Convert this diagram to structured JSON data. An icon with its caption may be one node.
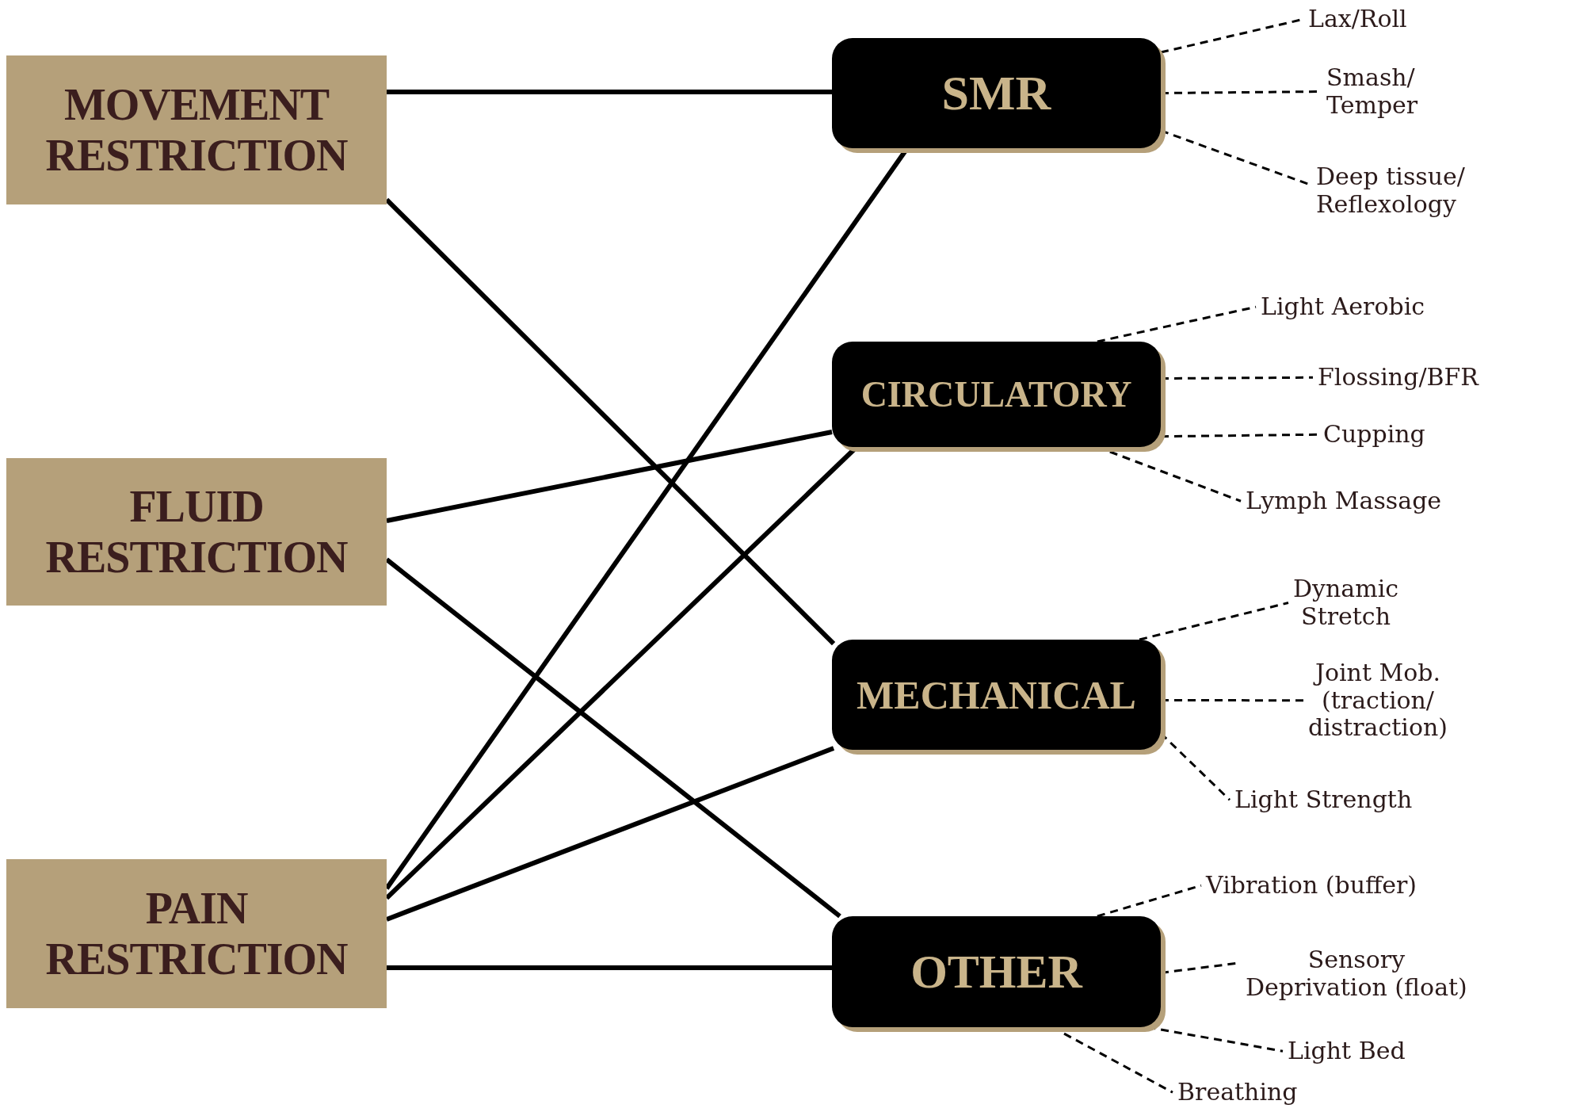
{
  "diagram": {
    "nodes": [
      {
        "text": [
          "MOVEMENT RESTRICTION"
        ]
      },
      {
        "text": [
          "FLUID RESTRICTION"
        ]
      },
      {
        "text": [
          "PAIN RESTRICTION"
        ]
      },
      {
        "text": [
          "SMR"
        ]
      },
      {
        "text": [
          "CIRCULATORY"
        ]
      },
      {
        "text": [
          "MECHANICAL"
        ]
      },
      {
        "text": [
          "OTHER"
        ]
      },
      {
        "text": [
          "Lax/Roll"
        ]
      },
      {
        "text": [
          "Smash/ Temper"
        ]
      },
      {
        "text": [
          "Deep tissue/ Reflexology"
        ]
      },
      {
        "text": [
          "Light Aerobic"
        ]
      },
      {
        "text": [
          "Flossing/BFR"
        ]
      },
      {
        "text": [
          "Cupping"
        ]
      },
      {
        "text": [
          "Lymph Massage"
        ]
      },
      {
        "text": [
          "Dynamic Stretch"
        ]
      },
      {
        "text": [
          "Joint Mob. (traction/ distraction)"
        ]
      },
      {
        "text": [
          "Light Strength"
        ]
      },
      {
        "text": [
          "Vibration (buffer)"
        ]
      },
      {
        "text": [
          "Sensory Deprivation (float)"
        ]
      },
      {
        "text": [
          "Light Bed"
        ]
      },
      {
        "text": [
          "Breathing"
        ]
      }
    ],
    "edges": [
      {
        "from": 0,
        "to": 3,
        "arrow": "none",
        "style": "thick"
      },
      {
        "from": 0,
        "to": 5,
        "arrow": "none",
        "style": "thick"
      },
      {
        "from": 1,
        "to": 4,
        "arrow": "none",
        "style": "thick"
      },
      {
        "from": 1,
        "to": 6,
        "arrow": "none",
        "style": "thick"
      },
      {
        "from": 2,
        "to": 3,
        "arrow": "none",
        "style": "thick"
      },
      {
        "from": 2,
        "to": 4,
        "arrow": "none",
        "style": "thick"
      },
      {
        "from": 2,
        "to": 5,
        "arrow": "none",
        "style": "thick"
      },
      {
        "from": 2,
        "to": 6,
        "arrow": "none",
        "style": "thick"
      },
      {
        "from": 3,
        "to": 7,
        "arrow": "none",
        "style": "dashed"
      },
      {
        "from": 3,
        "to": 8,
        "arrow": "none",
        "style": "dashed"
      },
      {
        "from": 3,
        "to": 9,
        "arrow": "none",
        "style": "dashed"
      },
      {
        "from": 4,
        "to": 10,
        "arrow": "none",
        "style": "dashed"
      },
      {
        "from": 4,
        "to": 11,
        "arrow": "none",
        "style": "dashed"
      },
      {
        "from": 4,
        "to": 12,
        "arrow": "none",
        "style": "dashed"
      },
      {
        "from": 4,
        "to": 13,
        "arrow": "none",
        "style": "dashed"
      },
      {
        "from": 5,
        "to": 14,
        "arrow": "none",
        "style": "dashed"
      },
      {
        "from": 5,
        "to": 15,
        "arrow": "none",
        "style": "dashed"
      },
      {
        "from": 5,
        "to": 16,
        "arrow": "none",
        "style": "dashed"
      },
      {
        "from": 6,
        "to": 17,
        "arrow": "none",
        "style": "dashed"
      },
      {
        "from": 6,
        "to": 18,
        "arrow": "none",
        "style": "dashed"
      },
      {
        "from": 6,
        "to": 19,
        "arrow": "none",
        "style": "dashed"
      },
      {
        "from": 6,
        "to": 20,
        "arrow": "none",
        "style": "dashed"
      }
    ]
  }
}
